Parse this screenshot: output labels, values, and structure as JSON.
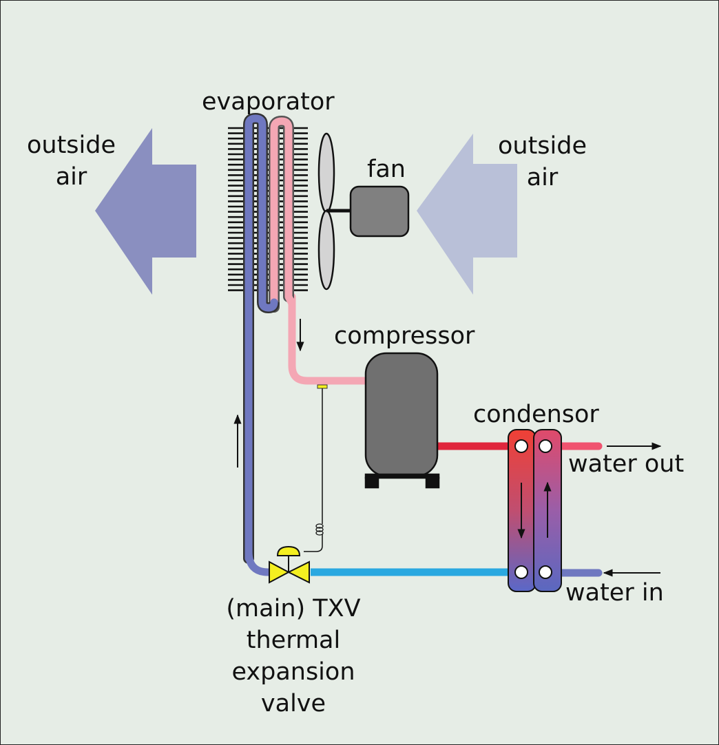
{
  "labels": {
    "evaporator": "evaporator",
    "outside_air_left_line1": "outside",
    "outside_air_left_line2": "air",
    "outside_air_right_line1": "outside",
    "outside_air_right_line2": "air",
    "fan": "fan",
    "compressor": "compressor",
    "condensor": "condensor",
    "water_out": "water out",
    "water_in": "water in",
    "txv_line1": "(main) TXV",
    "txv_line2": "thermal",
    "txv_line3": "expansion",
    "txv_line4": "valve"
  },
  "colors": {
    "background": "#e6ede6",
    "air_out_arrow": "#8a8fc0",
    "air_in_arrow": "#b9c0d8",
    "cold_pipe": "#6f78c0",
    "suction_pipe": "#f4a7b4",
    "hot_discharge_pipe": "#e0263c",
    "water_out_pipe": "#f0536f",
    "liquid_pipe": "#2aa8e0",
    "valve_yellow": "#f4ef20",
    "compressor_gray": "#707070",
    "fan_gray": "#d4d4d4"
  }
}
